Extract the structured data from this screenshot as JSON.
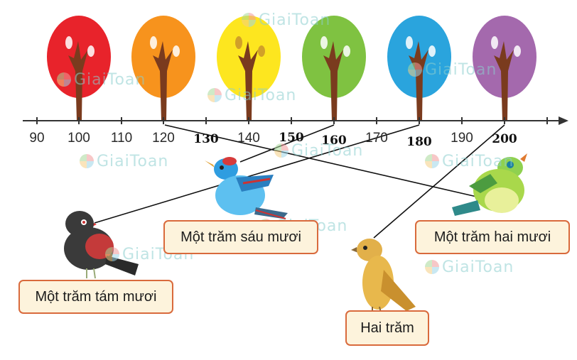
{
  "number_line": {
    "ticks_top_row": [
      "90",
      "100",
      "110",
      "120",
      "140",
      "170",
      "190"
    ],
    "ticks_bold": [
      "130",
      "150",
      "160",
      "180",
      "200"
    ]
  },
  "trees": [
    {
      "color": "#e8232b"
    },
    {
      "color": "#f7931d"
    },
    {
      "color": "#fde61f"
    },
    {
      "color": "#7fc241"
    },
    {
      "color": "#2aa4dd"
    },
    {
      "color": "#a469ad"
    }
  ],
  "cards": {
    "one_sixty": "Một trăm sáu mươi",
    "one_twenty": "Một trăm hai mươi",
    "one_eighty": "Một trăm tám mươi",
    "two_hundred": "Hai trăm"
  },
  "watermark": "GiaiToan"
}
